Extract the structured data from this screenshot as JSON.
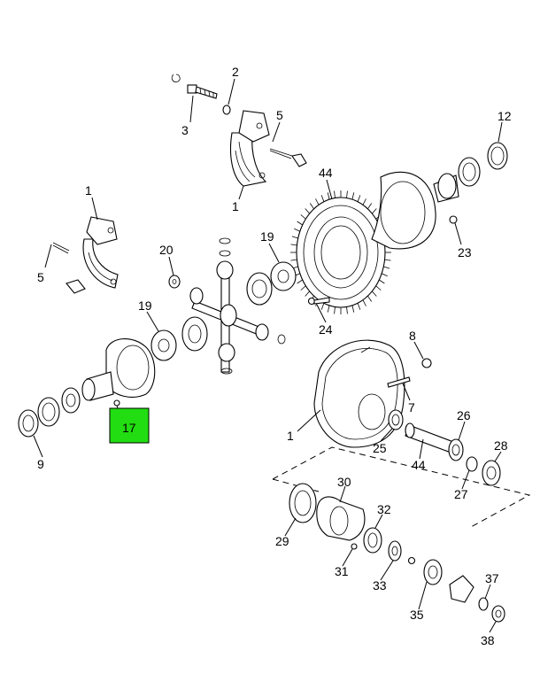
{
  "diagram": {
    "callouts": {
      "c1_top": "1",
      "c2": "2",
      "c3": "3",
      "c5_top": "5",
      "c12": "12",
      "c1_left": "1",
      "c5_left": "5",
      "c44_top": "44",
      "c19_top": "19",
      "c20": "20",
      "c23": "23",
      "c19_left": "19",
      "c24": "24",
      "c8": "8",
      "c7": "7",
      "c1_housing": "1",
      "c26": "26",
      "c25": "25",
      "c44_pinion": "44",
      "c28": "28",
      "c27": "27",
      "c17": "17",
      "c9": "9",
      "c30": "30",
      "c32": "32",
      "c29": "29",
      "c31": "31",
      "c33": "33",
      "c35": "35",
      "c37": "37",
      "c38": "38"
    },
    "highlight_color": "#22dd11"
  }
}
